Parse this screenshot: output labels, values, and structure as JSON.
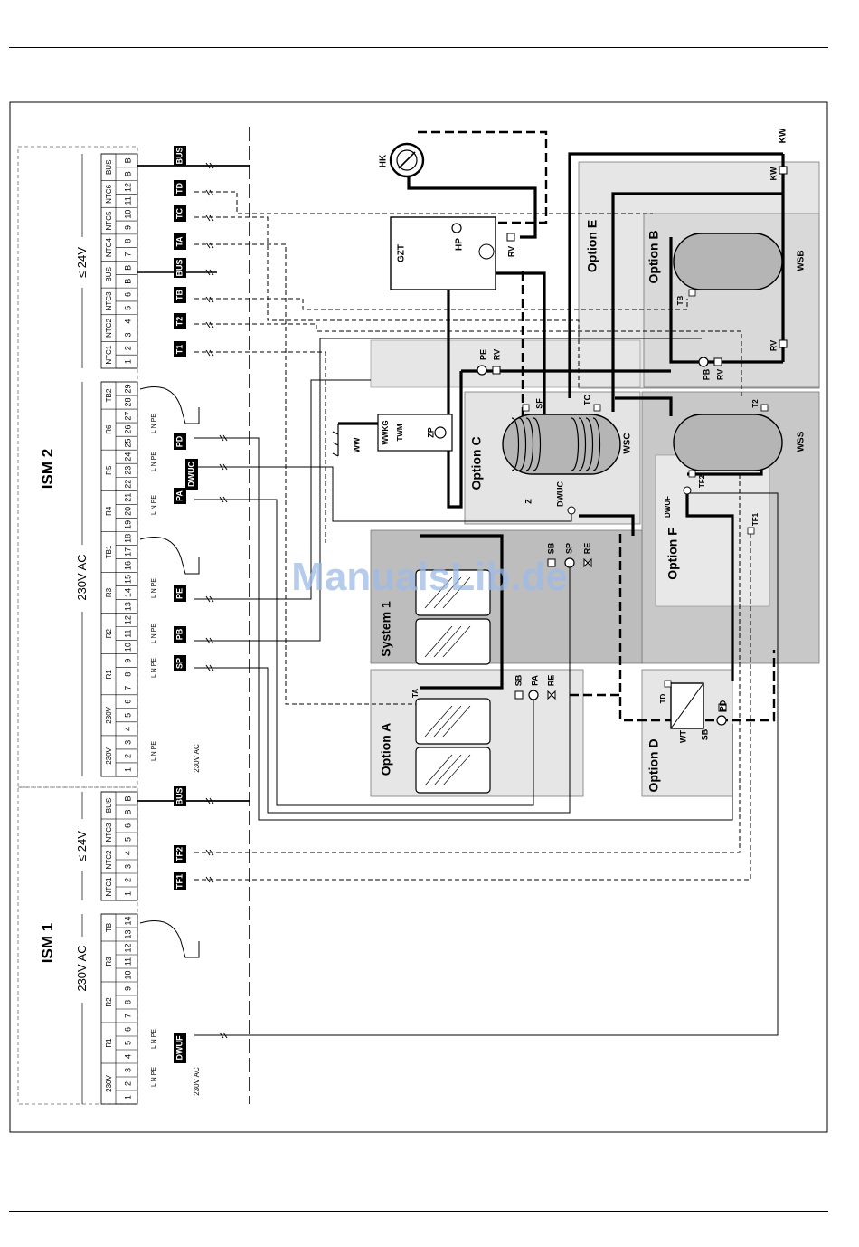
{
  "modules": [
    {
      "key": "ism2",
      "title": "ISM 2",
      "high_voltage": "230V AC",
      "low_voltage": "≤ 24V"
    },
    {
      "key": "ism1",
      "title": "ISM 1",
      "high_voltage": "230V AC",
      "low_voltage": "≤ 24V"
    }
  ],
  "ism2_low_terminals": {
    "groups": [
      "NTC1",
      "NTC2",
      "NTC3",
      "BUS",
      "NTC4",
      "NTC5",
      "NTC6",
      "BUS"
    ],
    "numbers": [
      "1",
      "2",
      "3",
      "4",
      "5",
      "6",
      "B",
      "B",
      "7",
      "8",
      "9",
      "10",
      "11",
      "12",
      "B",
      "B"
    ]
  },
  "ism2_high_terminals": {
    "groups": [
      "230V",
      "230V",
      "R1",
      "R2",
      "R3",
      "TB1",
      "R4",
      "R5",
      "R6",
      "TB2"
    ],
    "numbers": [
      "1",
      "2",
      "3",
      "4",
      "5",
      "6",
      "7",
      "8",
      "9",
      "10",
      "11",
      "12",
      "13",
      "14",
      "15",
      "16",
      "17",
      "18",
      "19",
      "20",
      "21",
      "22",
      "23",
      "24",
      "25",
      "26",
      "27",
      "28",
      "29"
    ]
  },
  "ism1_low_terminals": {
    "groups": [
      "NTC1",
      "NTC2",
      "NTC3",
      "BUS"
    ],
    "numbers": [
      "1",
      "2",
      "3",
      "4",
      "5",
      "6",
      "B",
      "B"
    ]
  },
  "ism1_high_terminals": {
    "groups": [
      "230V",
      "R1",
      "R2",
      "R3",
      "TB"
    ],
    "numbers": [
      "1",
      "2",
      "3",
      "4",
      "5",
      "6",
      "7",
      "8",
      "9",
      "10",
      "11",
      "12",
      "13",
      "14"
    ]
  },
  "pin_labels": {
    "lnpe": "L N PE",
    "supply": "230V AC"
  },
  "tags": {
    "ism2_bus_top": "BUS",
    "td": "TD",
    "tc": "TC",
    "ta": "TA",
    "ism2_bus_mid": "BUS",
    "tb": "TB",
    "t2": "T2",
    "t1": "T1",
    "pd": "PD",
    "dwuc": "DWUC",
    "pa": "PA",
    "pe": "PE",
    "pb": "PB",
    "sp": "SP",
    "ism1_bus": "BUS",
    "tf2": "TF2",
    "tf1": "TF1",
    "dwuf": "DWUF"
  },
  "options": {
    "e": "Option E",
    "b": "Option B",
    "c": "Option C",
    "system1": "System 1",
    "a": "Option A",
    "f": "Option F",
    "d": "Option D"
  },
  "components": {
    "hk": "HK",
    "kw": "KW",
    "gzt": "GZT",
    "hp": "HP",
    "rv": "RV",
    "pe": "PE",
    "sf": "SF",
    "tc": "TC",
    "wwkg": "WWKG",
    "twm": "TWM",
    "zp": "ZP",
    "ww": "WW",
    "z": "Z",
    "dwuc": "DWUC",
    "wsc": "WSC",
    "tb": "TB",
    "wsb": "WSB",
    "pb": "PB",
    "t2": "T2",
    "tf2": "TF2",
    "dwuf": "DWUF",
    "wss": "WSS",
    "tf1": "TF1",
    "sb": "SB",
    "sp": "SP",
    "re": "RE",
    "pa": "PA",
    "ta": "TA",
    "td": "TD",
    "wt": "WT",
    "pd": "PD"
  },
  "watermark": "ManualsLib.de"
}
